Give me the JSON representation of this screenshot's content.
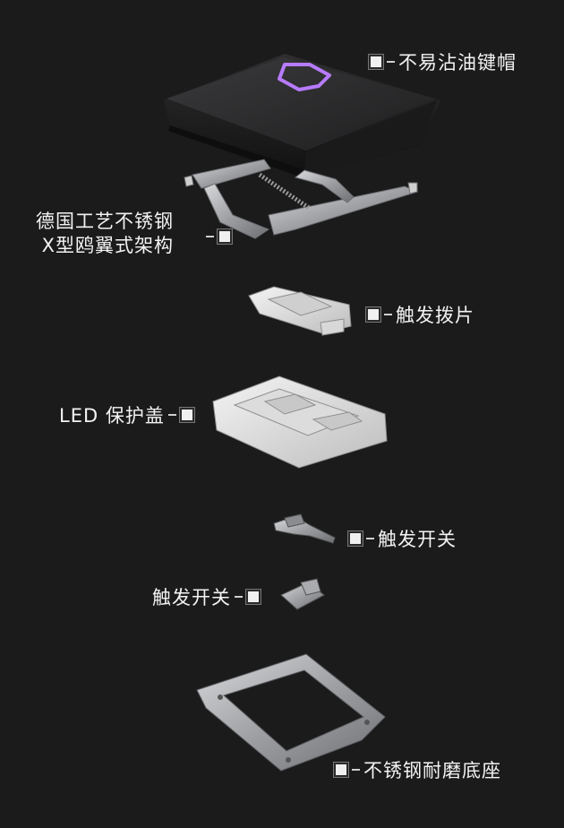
{
  "parts": {
    "keycap": {
      "label": "不易沾油键帽",
      "logo_color": "#b77bff"
    },
    "stabilizer": {
      "label_line1": "德国工艺不锈钢",
      "label_line2": "X型鸥翼式架构"
    },
    "trigger_plate": {
      "label": "触发拨片"
    },
    "led_cover": {
      "label": "LED 保护盖"
    },
    "trigger_switch_a": {
      "label": "触发开关"
    },
    "trigger_switch_b": {
      "label": "触发开关"
    },
    "base": {
      "label": "不锈钢耐磨底座"
    }
  },
  "colors": {
    "background": "#1b1b1c",
    "keycap_body": "#262627",
    "metal": "#bfc1c4",
    "plastic_white": "#e6e6e6"
  }
}
